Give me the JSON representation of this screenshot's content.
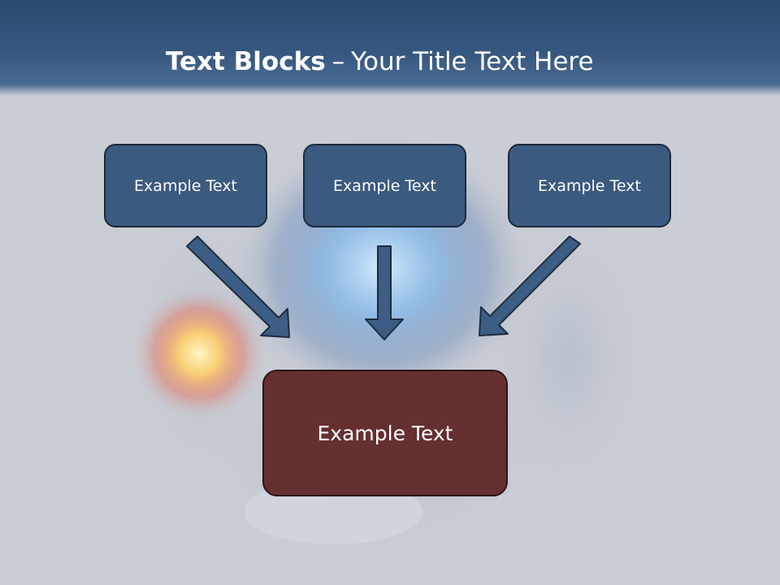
{
  "slide": {
    "title_bold": "Text Blocks",
    "title_separator": "–",
    "title_rest": "Your Title Text Here",
    "blocks": [
      {
        "label": "Example Text"
      },
      {
        "label": "Example Text"
      },
      {
        "label": "Example Text"
      }
    ],
    "target_block": {
      "label": "Example Text"
    }
  },
  "colors": {
    "header": "#36577f",
    "block_fill": "#3b5a80",
    "target_fill": "#662f30",
    "arrow_fill": "#3d5d84"
  }
}
